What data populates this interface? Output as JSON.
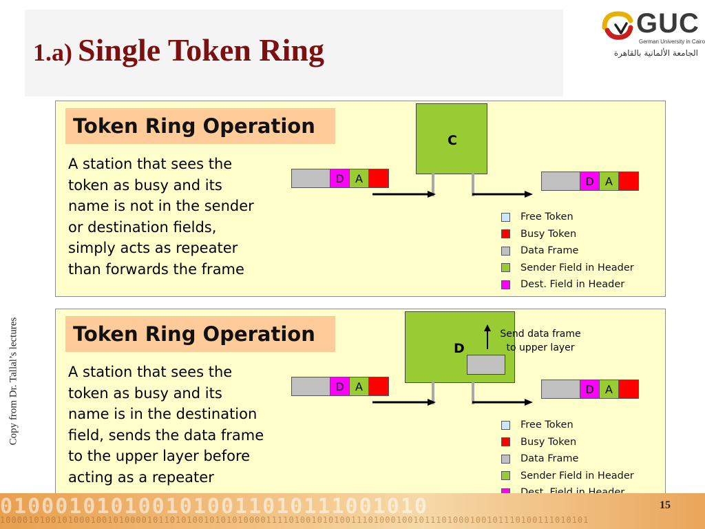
{
  "slide": {
    "title_prefix": "1.a)",
    "title_main": "Single Token Ring",
    "side_credit": "Copy from Dr. Tallal’s lectures",
    "page_number": "15"
  },
  "logo": {
    "text": "GUC",
    "subtitle": "German University in Cairo",
    "arabic": "الجامعة الألمانية بالقاهرة"
  },
  "colors": {
    "free_token": "#cce6ff",
    "busy_token": "#ff0000",
    "data_frame": "#c0c0c0",
    "sender_field": "#99cc33",
    "dest_field": "#ff00ff",
    "panel_bg": "#ffffcc",
    "heading_bg": "#ffcc99",
    "title_color": "#7a1010"
  },
  "panels": [
    {
      "heading": "Token Ring Operation",
      "lines": [
        "A station that sees the",
        "token as busy and its",
        "name is not in the sender",
        "or destination fields,",
        "simply acts as repeater",
        "than forwards the frame"
      ],
      "station": "C",
      "frame_in": {
        "dest": "D",
        "sender": "A"
      },
      "frame_out": {
        "dest": "D",
        "sender": "A"
      },
      "legend": [
        {
          "label": "Free Token"
        },
        {
          "label": "Busy Token"
        },
        {
          "label": "Data Frame"
        },
        {
          "label": "Sender Field in Header"
        },
        {
          "label": "Dest. Field in Header"
        }
      ]
    },
    {
      "heading": "Token Ring Operation",
      "lines": [
        "A station that sees the",
        "token as busy and its",
        "name is in the destination",
        "field, sends the data frame",
        "to the upper layer before",
        "acting as a repeater"
      ],
      "station": "D",
      "send_note": [
        "Send data frame",
        "to upper layer"
      ],
      "frame_in": {
        "dest": "D",
        "sender": "A"
      },
      "frame_out": {
        "dest": "D",
        "sender": "A"
      },
      "legend": [
        {
          "label": "Free Token"
        },
        {
          "label": "Busy Token"
        },
        {
          "label": "Data Frame"
        },
        {
          "label": "Sender Field in Header"
        },
        {
          "label": "Dest. Field in Header"
        }
      ]
    }
  ],
  "footer": {
    "binary_top": "0100010101001010011010111001010",
    "binary_bottom": "10000101001010001001010000101101010010101010000111101001010100111010001001011101000100101110100111010101"
  }
}
